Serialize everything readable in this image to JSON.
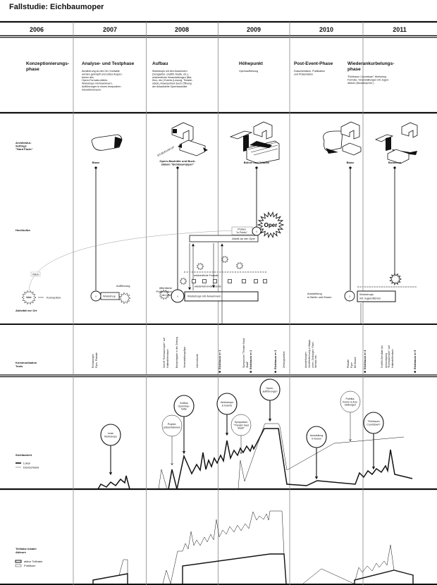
{
  "title": "Fallstudie: Eichbaumoper",
  "years": [
    "2006",
    "2007",
    "2008",
    "2009",
    "2010",
    "2011"
  ],
  "phases": [
    {
      "title": [
        "Konzeptionierungs-",
        "phase"
      ],
      "desc": []
    },
    {
      "title": [
        "Analyse- und Testphase"
      ],
      "desc": [
        "Annäherung an den Ort, Kontakte",
        "werden geknüpft und erstes Auspro-",
        "bieren des",
        "Opern-Formats mittels:",
        "Workshops mit Anwohnern,",
        "Aufführungen in einem temporären",
        "Interaktionsraum."
      ]
    },
    {
      "title": [
        "Aufbau"
      ],
      "desc": [
        "Workshops mit den Anwohnern",
        "(Songwriter, Graffiti, Musik, etc.),",
        "wöchentliche Veranstaltungen (Bar,",
        "Kino, etc.) Events (Lesung, Theater-",
        "stück), Anwesenheit durch Öffnung",
        "der Anlaufstelle Opernbauhütte"
      ]
    },
    {
      "title": [
        "Höhepunkt"
      ],
      "desc": [
        "Opernaufführung"
      ]
    },
    {
      "title": [
        "Post-Event-Phase"
      ],
      "desc": [
        "Dokumentation, Publikation",
        "und Präsentation"
      ]
    },
    {
      "title": [
        "Wiederankurbelungs-",
        "phase"
      ],
      "desc": [
        "\"Eichbaum Countdown\" Workshop-",
        "Formate, Veranstaltungen mit Jugen-",
        "dlichen (Boxkampf etc.)"
      ]
    }
  ],
  "rows": {
    "architektur": [
      "Architektur-",
      "Settings",
      "\"Hard Facts\""
    ],
    "hochkultur": "Hochkultur",
    "aktivitaet": "Aktivität vor Ort",
    "kommunikation": [
      "Kommunikation",
      "Tools"
    ],
    "sichtbarkeit": "Sichtbarkeit",
    "teilhabe": [
      "Teilhabe lokaler",
      "Akteure"
    ]
  },
  "settings": {
    "y2007": "Blase",
    "y2008": [
      "Opern-Bauhütte und Buch-",
      "staben \"Eichbaum|oper\""
    ],
    "y2009": "Bühne und Tribüne",
    "y2010": "Blase",
    "y2011": "Boxarena",
    "letters": "E/C/B/A/U/M OP"
  },
  "process": {
    "idee": "Idee",
    "konzeption": "Konzeption",
    "vision": "Vision",
    "workshop": "Workshop",
    "auffuehrung": "Aufführung",
    "oeffentliche": [
      "öffentliche",
      "Präsentation",
      "der Idee"
    ],
    "workshops_anwohner": "Workshops mit Anwohnern",
    "woechentliche": "wöchentliche Formate",
    "wiederkehrende": "wiederkehrende Events",
    "arbeit_oper": "Arbeit an der Oper",
    "proben": [
      "Proben",
      "\"in Public\""
    ],
    "oper": "Oper",
    "ausstellung": [
      "Ausstellung",
      "in Berlin und Essen"
    ],
    "workshops_jugend": [
      "Workshops",
      "mit Jugendlichen"
    ],
    "excl": "!"
  },
  "comm": [
    {
      "text": "Einladungen"
    },
    {
      "text": "Flyer, Plakate"
    },
    {
      "text": "Schrift \"Eichbaumoper\" auf"
    },
    {
      "text": "Haltestellendach"
    },
    {
      "text": "Bekanntgabe in der Zeitung"
    },
    {
      "text": "Veranstaltungsflyer"
    },
    {
      "text": "Internetseite"
    },
    {
      "text": "Eichbaum er 1",
      "bullet": true
    },
    {
      "text": "Symposium \"Theater Baut"
    },
    {
      "text": "Stadt\""
    },
    {
      "text": "Eichbaum er 2",
      "bullet": true
    },
    {
      "text": "Eichbaum er 3",
      "bullet": true
    },
    {
      "text": "Zeitungsartikel"
    },
    {
      "text": "Ausstellungen"
    },
    {
      "text": "Veröffentlichung in Maga-"
    },
    {
      "text": "zinen, Zeitungen, Fach-"
    },
    {
      "text": "literatur etc."
    },
    {
      "text": "Plakate"
    },
    {
      "text": "Flyer"
    },
    {
      "text": "Bill Board"
    },
    {
      "text": "Eichbaum er 4",
      "bullet": true
    },
    {
      "text": "Graffiti-Gemälde als"
    },
    {
      "text": "Ankündigung"
    },
    {
      "text": "\"Eichbaumoper\" auf"
    },
    {
      "text": "Haltestellendach"
    },
    {
      "text": "Eichbaum er 5",
      "bullet": true
    }
  ],
  "sichtbarkeit": {
    "legend": [
      "Lokal",
      "Deutschland"
    ],
    "bubbles": [
      {
        "lines": [
          "erste",
          "Workshops"
        ],
        "strong": true
      },
      {
        "lines": [
          "Projekt-",
          "präsentationen"
        ],
        "strong": false
      },
      {
        "lines": [
          "Aufbau",
          "Opernbau-",
          "hütte"
        ],
        "strong": true
      },
      {
        "lines": [
          "Workshops",
          "& Events"
        ],
        "strong": true
      },
      {
        "lines": [
          "Symposium",
          "\"Theater baut",
          "Stadt\""
        ],
        "strong": false
      },
      {
        "lines": [
          "Opern-",
          "aufführungen"
        ],
        "strong": true
      },
      {
        "lines": [
          "Ausstellung",
          "in Essen"
        ],
        "strong": true
      },
      {
        "lines": [
          "Publika-",
          "tionen & Aus-",
          "stellungen"
        ],
        "strong": false
      },
      {
        "lines": [
          "\"Eichbaum",
          "Countdown\""
        ],
        "strong": true
      }
    ]
  },
  "teilhabe": {
    "legend": [
      "aktive Teilhabe",
      "Publikum"
    ]
  }
}
